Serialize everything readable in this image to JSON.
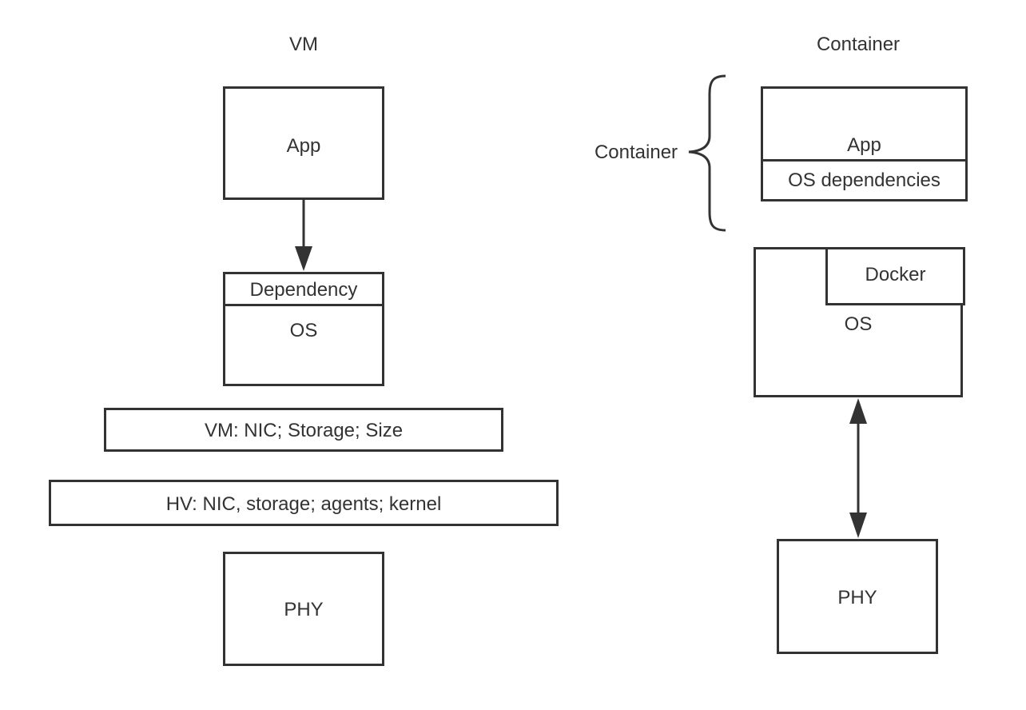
{
  "vm": {
    "title": "VM",
    "app": "App",
    "dependency": "Dependency",
    "os": "OS",
    "vm_layer": "VM: NIC; Storage; Size",
    "hv_layer": "HV: NIC, storage; agents; kernel",
    "phy": "PHY"
  },
  "container": {
    "title": "Container",
    "brace_label": "Container",
    "app": "App",
    "os_dependencies": "OS dependencies",
    "docker": "Docker",
    "os": "OS",
    "phy": "PHY"
  },
  "colors": {
    "stroke": "#333333",
    "background": "#ffffff"
  }
}
